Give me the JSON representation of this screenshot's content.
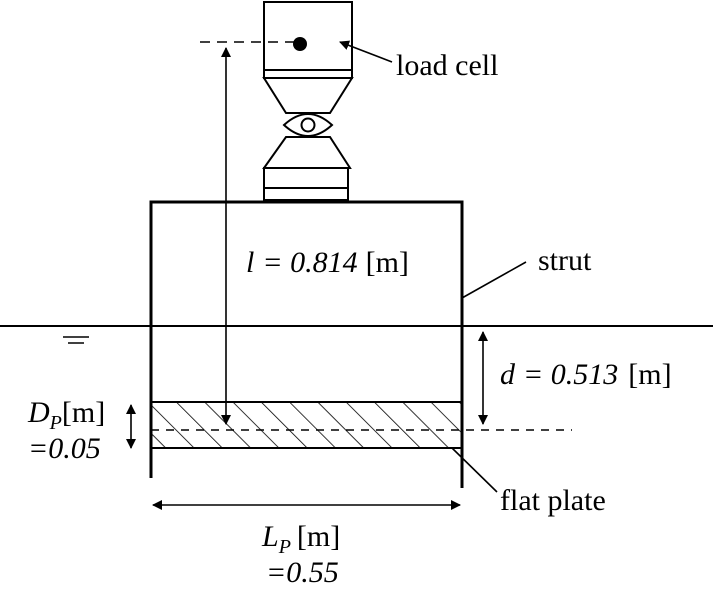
{
  "labels": {
    "load_cell": "load cell",
    "strut": "strut",
    "flat_plate": "flat plate",
    "l_symbol": "l",
    "l_value": "= 0.814",
    "l_unit": "[m]",
    "d_symbol": "d",
    "d_value": "= 0.513",
    "d_unit": "[m]",
    "dp_symbol": "D",
    "dp_sub": "P",
    "dp_unit": "[m]",
    "dp_value": "=0.05",
    "lp_symbol": "L",
    "lp_sub": "P",
    "lp_unit": "[m]",
    "lp_value": "=0.55"
  },
  "colors": {
    "ink": "#000000",
    "background": "#ffffff"
  }
}
